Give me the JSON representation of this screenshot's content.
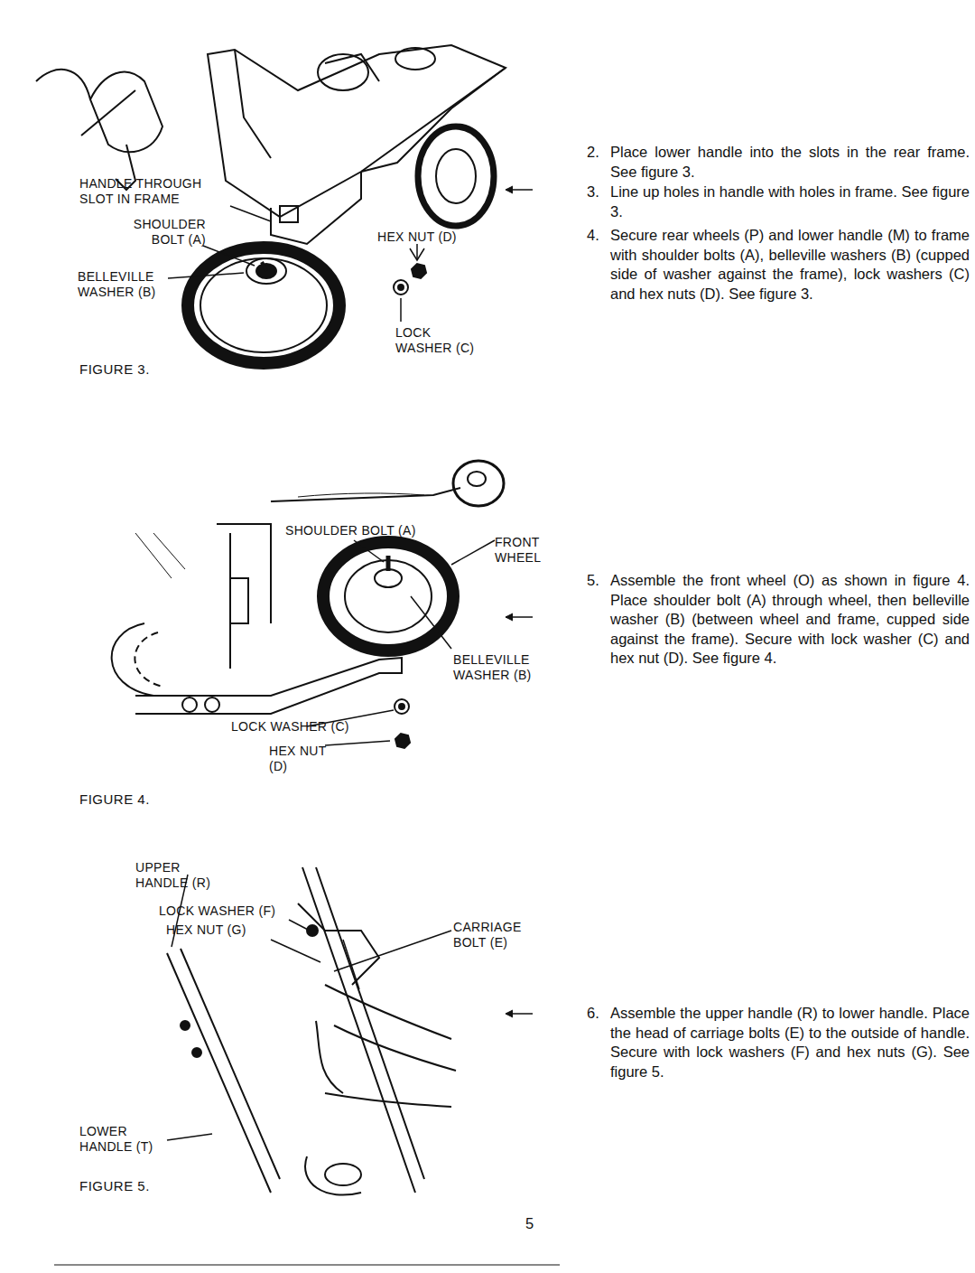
{
  "diagram": {
    "labels": [
      "HANDLE THROUGH SLOT IN FRAME",
      "SHOULDER BOLT (A)",
      "HEX NUT (D)",
      "BELLEVILLE WASHER (B)",
      "LOCK WASHER (C)",
      "FIGURE 3.",
      "2.",
      "Place lower handle into the slots in the rear frame. See figure 3.",
      "3.",
      "Line up holes in handle with holes in frame. See figure 3.",
      "4.",
      "Secure rear wheels (P) and lower handle (M) to frame with shoulder bolts (A), belleville washers (B) (cupped side of washer against the frame), lock washers (C) and hex nuts (D). See figure 3.",
      "SHOULDER BOLT (A)",
      "FRONT WHEEL",
      "BELLEVILLE WASHER (B)",
      "LOCK WASHER (C)",
      "HEX NUT (D)",
      "FIGURE 4.",
      "5.",
      "Assemble the front wheel (O) as shown in figure 4. Place shoulder bolt (A) through wheel, then belleville washer (B) (between wheel and frame, cupped side against the frame). Secure with lock washer (C) and hex nut (D). See figure 4.",
      "UPPER HANDLE (R)",
      "LOCK WASHER (F)",
      "HEX NUT (G)",
      "CARRIAGE BOLT (E)",
      "LOWER HANDLE (T)",
      "FIGURE 5.",
      "6.",
      "Assemble the upper handle (R) to lower handle. Place the head of carriage bolts (E) to the outside of handle. Secure with lock washers (F) and hex nuts (G). See figure 5.",
      "5"
    ]
  }
}
